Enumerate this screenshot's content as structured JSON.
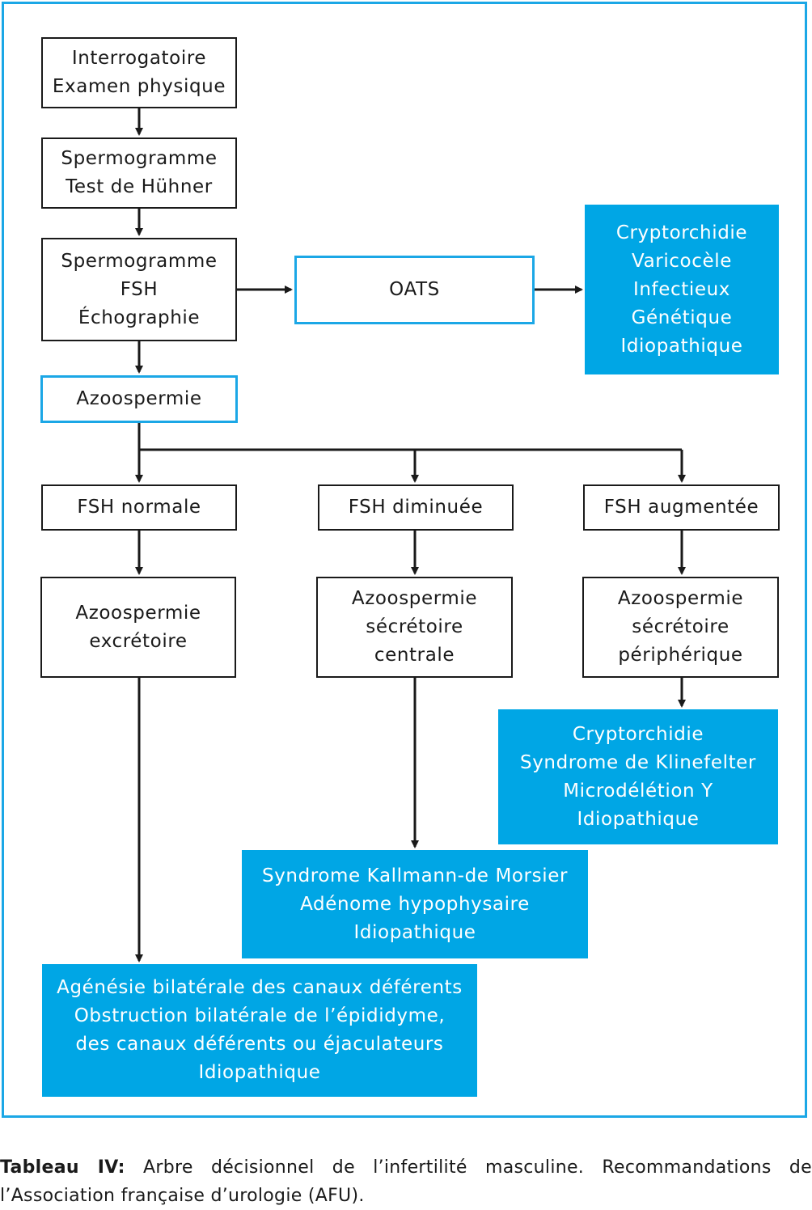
{
  "nodes": {
    "interrogatoire": [
      "Interrogatoire",
      "Examen physique"
    ],
    "spermogramme1": [
      "Spermogramme",
      "Test de Hühner"
    ],
    "spermogramme2": [
      "Spermogramme",
      "FSH",
      "Échographie"
    ],
    "oats": [
      "OATS"
    ],
    "oats_causes": [
      "Cryptorchidie",
      "Varicocèle",
      "Infectieux",
      "Génétique",
      "Idiopathique"
    ],
    "azoospermie": [
      "Azoospermie"
    ],
    "fsh_normale": [
      "FSH normale"
    ],
    "fsh_diminuee": [
      "FSH diminuée"
    ],
    "fsh_augmentee": [
      "FSH augmentée"
    ],
    "azoo_excretoire": [
      "Azoospermie",
      "excrétoire"
    ],
    "azoo_centrale": [
      "Azoospermie",
      "sécrétoire",
      "centrale"
    ],
    "azoo_peripherique": [
      "Azoospermie",
      "sécrétoire",
      "périphérique"
    ],
    "peripherique_causes": [
      "Cryptorchidie",
      "Syndrome de Klinefelter",
      "Microdélétion Y",
      "Idiopathique"
    ],
    "centrale_causes": [
      "Syndrome Kallmann-de Morsier",
      "Adénome hypophysaire",
      "Idiopathique"
    ],
    "excretoire_causes": [
      "Agénésie bilatérale des canaux déférents",
      "Obstruction bilatérale de l’épididyme,",
      "des canaux déférents ou éjaculateurs",
      "Idiopathique"
    ]
  },
  "caption": {
    "label": "Tableau IV:",
    "text": " Arbre décisionnel de l’infertilité masculine. Recommandations de l’Association française d’urologie (AFU)."
  },
  "colors": {
    "accent": "#1ba7e6",
    "fill": "#00a6e5",
    "line": "#1a1a1a"
  }
}
